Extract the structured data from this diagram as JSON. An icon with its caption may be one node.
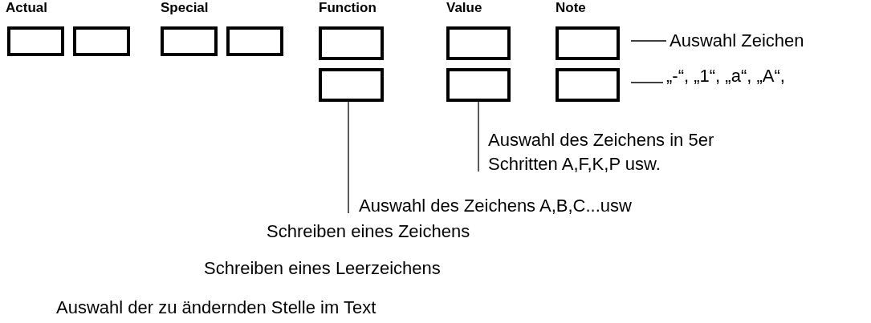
{
  "diagram": {
    "nodes": [
      {
        "text": [],
        "shape": "box"
      },
      {
        "text": [],
        "shape": "box"
      },
      {
        "text": [],
        "shape": "box"
      },
      {
        "text": [],
        "shape": "box"
      },
      {
        "text": [],
        "shape": "box"
      },
      {
        "text": [],
        "shape": "box"
      },
      {
        "text": [],
        "shape": "box"
      },
      {
        "text": [],
        "shape": "box"
      },
      {
        "text": [],
        "shape": "box"
      },
      {
        "text": [],
        "shape": "box"
      },
      {
        "text": [
          "Auswahl Zeichen"
        ]
      },
      {
        "text": [
          "„-“, „1“, „a“, „A“,"
        ]
      },
      {
        "text": [
          "Auswahl des Zeichens in 5er Schritten A,F,K,P usw."
        ]
      },
      {
        "text": [
          "Auswahl des Zeichens A,B,C...usw"
        ]
      }
    ],
    "edges": [
      {
        "from": 10,
        "to": 6,
        "arrow": "none"
      },
      {
        "from": 11,
        "to": 9,
        "arrow": "none"
      },
      {
        "from": 12,
        "to": 8,
        "arrow": "none"
      },
      {
        "from": 13,
        "to": 7,
        "arrow": "none"
      }
    ],
    "labels": [
      "Actual",
      "Special",
      "Function",
      "Value",
      "Note",
      "Schreiben eines Zeichens",
      "Schreiben eines Leerzeichens",
      "Auswahl der zu ändernden Stelle im Text"
    ]
  }
}
